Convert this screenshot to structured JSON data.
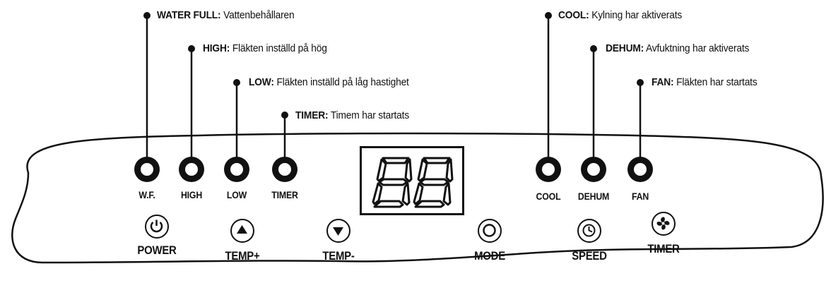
{
  "callouts": {
    "water_full": {
      "term": "WATER FULL:",
      "desc": "Vattenbehållaren"
    },
    "high": {
      "term": "HIGH:",
      "desc": "Fläkten inställd på hög"
    },
    "low": {
      "term": "LOW:",
      "desc": "Fläkten inställd på låg hastighet"
    },
    "timer": {
      "term": "TIMER:",
      "desc": "Timem har startats"
    },
    "cool": {
      "term": "COOL:",
      "desc": "Kylning har aktiverats"
    },
    "dehum": {
      "term": "DEHUM:",
      "desc": "Avfuktning har aktiverats"
    },
    "fan": {
      "term": "FAN:",
      "desc": "Fläkten har startats"
    }
  },
  "indicators": [
    "W.F.",
    "HIGH",
    "LOW",
    "TIMER",
    "COOL",
    "DEHUM",
    "FAN"
  ],
  "display": {
    "value": "88"
  },
  "buttons": {
    "power": {
      "label": "POWER",
      "icon": "power-icon"
    },
    "temp_up": {
      "label": "TEMP+",
      "icon": "triangle-up-icon"
    },
    "temp_down": {
      "label": "TEMP-",
      "icon": "triangle-down-icon"
    },
    "mode": {
      "label": "MODE",
      "icon": "ring-icon"
    },
    "speed": {
      "label": "SPEED",
      "icon": "clock-icon"
    },
    "timer": {
      "label": "TIMER",
      "icon": "fan-icon"
    }
  }
}
